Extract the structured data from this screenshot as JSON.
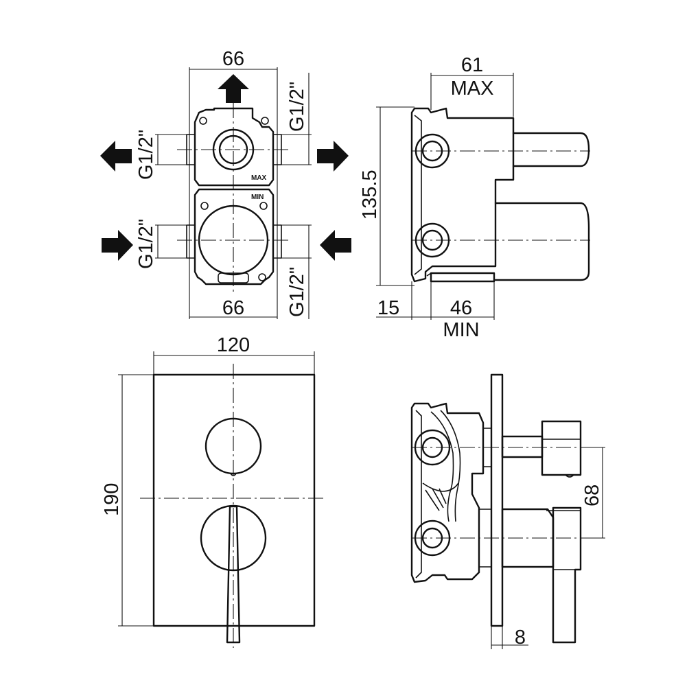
{
  "dimensions": {
    "body_width_top": "66",
    "body_width_bottom": "66",
    "depth_max": "61",
    "depth_max_label": "MAX",
    "body_height": "135.5",
    "offset": "15",
    "depth_min": "46",
    "depth_min_label": "MIN",
    "plate_width": "120",
    "plate_height": "190",
    "outlet_spacing": "68",
    "plate_thickness": "8"
  },
  "connections": {
    "thread_top_right": "G1/2\"",
    "thread_upper_left": "G1/2\"",
    "thread_lower_left": "G1/2\"",
    "thread_bottom_right": "G1/2\""
  },
  "body_marks": {
    "max": "MAX",
    "min": "MIN"
  }
}
